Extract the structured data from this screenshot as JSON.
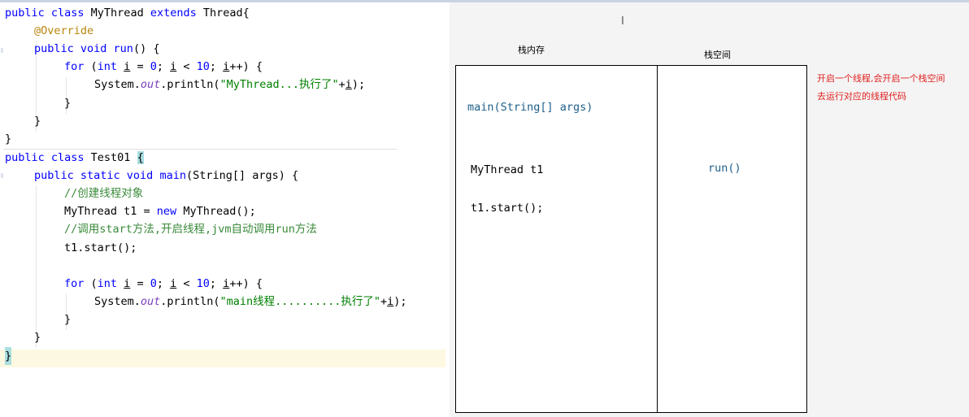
{
  "editor": {
    "l1": {
      "a": "public class ",
      "b": "MyThread ",
      "c": "extends ",
      "d": "Thread{"
    },
    "l2": {
      "a": "@Override"
    },
    "l3": {
      "a": "public void ",
      "b": "run",
      "c": "() {"
    },
    "l4": {
      "a": "for ",
      "b": "(",
      "c": "int ",
      "d": "i",
      "e": " = ",
      "f": "0",
      "g": "; ",
      "h": "i",
      "i": " < ",
      "j": "10",
      "k": "; ",
      "l": "i",
      "m": "++) {"
    },
    "l5": {
      "a": "System.",
      "b": "out",
      "c": ".println(",
      "d": "\"MyThread...执行了\"",
      "e": "+",
      "f": "i",
      "g": ");"
    },
    "l6": "}",
    "l7": "}",
    "l8": "}",
    "l9": {
      "a": "public class ",
      "b": "Test01 ",
      "c": "{"
    },
    "l10": {
      "a": "public static void ",
      "b": "main",
      "c": "(String[] args) {"
    },
    "l11": "//创建线程对象",
    "l12": {
      "a": "MyThread t1 = ",
      "b": "new ",
      "c": "MyThread();"
    },
    "l13": "//调用start方法,开启线程,jvm自动调用run方法",
    "l14": "t1.start();",
    "l15": {
      "a": "for ",
      "b": "(",
      "c": "int ",
      "d": "i",
      "e": " = ",
      "f": "0",
      "g": "; ",
      "h": "i",
      "i": " < ",
      "j": "10",
      "k": "; ",
      "l": "i",
      "m": "++) {"
    },
    "l16": {
      "a": "System.",
      "b": "out",
      "c": ".println(",
      "d": "\"main线程..........执行了\"",
      "e": "+",
      "f": "i",
      "g": ");"
    },
    "l17": "}",
    "l18": "}",
    "l19": "}"
  },
  "diagram": {
    "stack_memory_title": "栈内存",
    "stack_space_title": "栈空间",
    "main_sig": "main(String[] args)",
    "mythread_decl": "MyThread t1",
    "start_call": "t1.start();",
    "run_call": "run()",
    "note_line1": "开启一个线程,会开启一个栈空间",
    "note_line2": "去运行对应的线程代码"
  },
  "cursor_glyph": "I",
  "colors": {
    "keyword": "#0000ff",
    "string": "#008000",
    "annotation": "#b8860b",
    "note": "#e02020"
  }
}
